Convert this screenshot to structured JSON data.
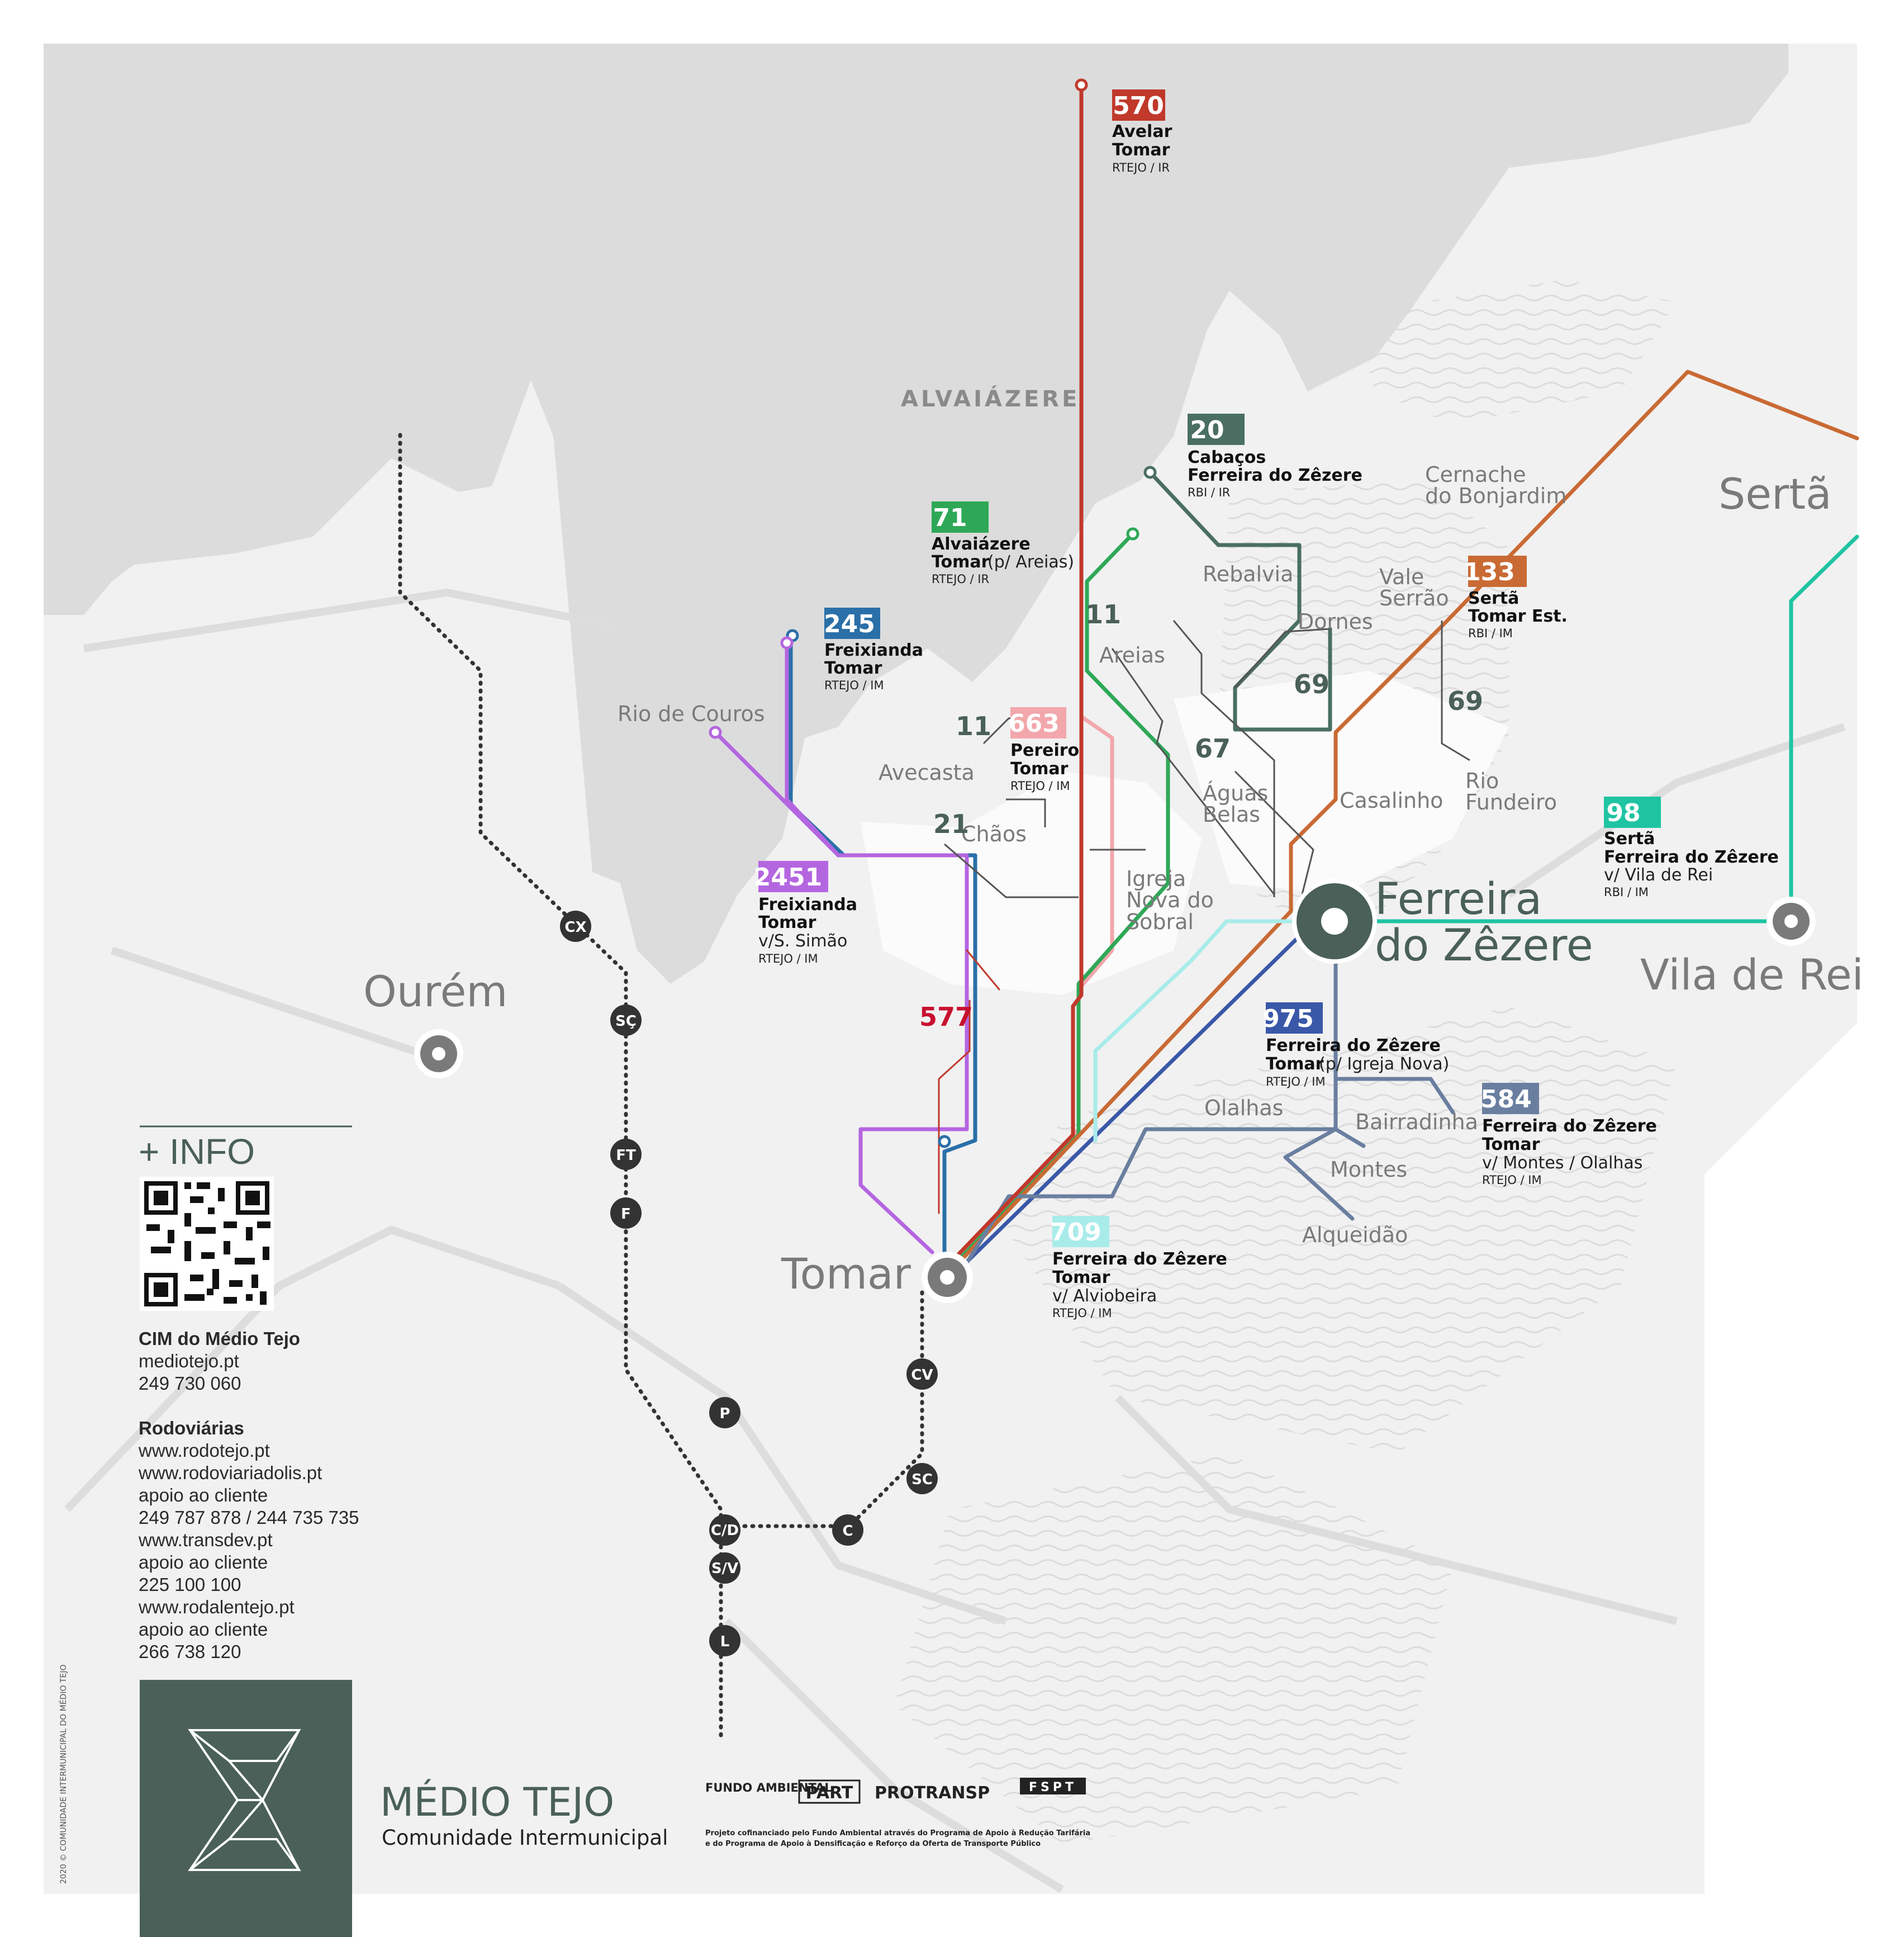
{
  "regions": {
    "alvaiazere": "ALVAIÁZERE"
  },
  "towns": {
    "ourem": "Ourém",
    "tomar": "Tomar",
    "serta": "Sertã",
    "ferreira_1": "Ferreira",
    "ferreira_2": "do Zêzere",
    "vila_de_rei": "Vila de Rei"
  },
  "places": {
    "rio_de_couros": "Rio de Couros",
    "avecasta": "Avecasta",
    "chaos": "Chãos",
    "areias": "Areias",
    "rebalvia": "Rebalvia",
    "dornes": "Dornes",
    "vale_serrao_1": "Vale",
    "vale_serrao_2": "Serrão",
    "cernache_1": "Cernache",
    "cernache_2": "do Bonjardim",
    "aguas_belas_1": "Águas",
    "aguas_belas_2": "Belas",
    "casalinho": "Casalinho",
    "rio_fundeiro_1": "Rio",
    "rio_fundeiro_2": "Fundeiro",
    "igreja_1": "Igreja",
    "igreja_2": "Nova do",
    "igreja_3": "Sobral",
    "olalhas": "Olalhas",
    "bairradinha": "Bairradinha",
    "montes": "Montes",
    "alqueidao": "Alqueidão"
  },
  "routes": {
    "r570": {
      "number": "570",
      "color": "#c0392b",
      "line1": "Avelar",
      "line2": "Tomar",
      "operator": "RTEJO / IR"
    },
    "r20": {
      "number": "20",
      "color": "#4a6f62",
      "line1": "Cabaços",
      "line2": "Ferreira do Zêzere",
      "operator": "RBI / IR"
    },
    "r71": {
      "number": "71",
      "color": "#2ea857",
      "line1": "Alvaiázere",
      "line2": "Tomar",
      "line2b": "(p/ Areias)",
      "operator": "RTEJO / IR"
    },
    "r245": {
      "number": "245",
      "color": "#2a6fa8",
      "line1": "Freixianda",
      "line2": "Tomar",
      "operator": "RTEJO / IM"
    },
    "r663": {
      "number": "663",
      "color": "#f2a7ab",
      "line1": "Pereiro",
      "line2": "Tomar",
      "operator": "RTEJO / IM"
    },
    "r133": {
      "number": "133",
      "color": "#c96a34",
      "line1": "Sertã",
      "line2": "Tomar Est.",
      "operator": "RBI / IM"
    },
    "r2451": {
      "number": "2451",
      "color": "#b466e0",
      "line1": "Freixianda",
      "line2": "Tomar",
      "line3": "v/S. Simão",
      "operator": "RTEJO / IM"
    },
    "r98": {
      "number": "98",
      "color": "#1fc4a2",
      "line1": "Sertã",
      "line2": "Ferreira do Zêzere",
      "line3": "v/ Vila de Rei",
      "operator": "RBI / IM"
    },
    "r975": {
      "number": "975",
      "color": "#3a58a8",
      "line1": "Ferreira do Zêzere",
      "line2": "Tomar",
      "line2b": "(p/ Igreja Nova)",
      "operator": "RTEJO / IM"
    },
    "r584": {
      "number": "584",
      "color": "#6a7fa0",
      "line1": "Ferreira do Zêzere",
      "line2": "Tomar",
      "line3": "v/ Montes / Olalhas",
      "operator": "RTEJO / IM"
    },
    "r709": {
      "number": "709",
      "color": "#a8ecea",
      "line1": "Ferreira do Zêzere",
      "line2": "Tomar",
      "line3": "v/ Alviobeira",
      "operator": "RTEJO / IM"
    }
  },
  "local_labels": {
    "l11a": "11",
    "l11b": "11",
    "l21": "21",
    "l67": "67",
    "l69a": "69",
    "l69b": "69",
    "l577": "577"
  },
  "rail_stations": [
    "CX",
    "SÇ",
    "FT",
    "F",
    "P",
    "C/D",
    "S/V",
    "L",
    "C",
    "SC",
    "CV"
  ],
  "info": {
    "heading": "+ INFO",
    "org_name": "CIM do Médio Tejo",
    "org_site": "mediotejo.pt",
    "org_phone": "249 730 060",
    "rod_heading": "Rodoviárias",
    "lines": [
      "www.rodotejo.pt",
      "www.rodoviariadolis.pt",
      "apoio ao cliente",
      "249 787 878 / 244 735 735",
      "www.transdev.pt",
      "apoio ao cliente",
      "225 100 100",
      "www.rodalentejo.pt",
      "apoio ao cliente",
      "266 738 120"
    ]
  },
  "brand": {
    "name": "MÉDIO TEJO",
    "sub": "Comunidade Intermunicipal",
    "color": "#4a6058"
  },
  "footer": {
    "logos": [
      "FUNDO AMBIENTAL",
      "PART",
      "PROTRANSP",
      "FSPT"
    ],
    "note1": "Projeto cofinanciado pelo Fundo Ambiental através do Programa de Apoio à Redução Tarifária",
    "note2": "e do Programa de Apoio à Densificação e Reforço da Oferta de Transporte Público",
    "copyright": "2020 © COMUNIDADE INTERMUNICIPAL DO MÉDIO TEJO"
  }
}
